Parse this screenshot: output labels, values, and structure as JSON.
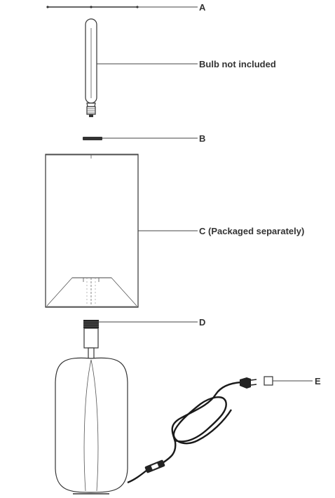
{
  "callouts": {
    "a": "A",
    "bulb": "Bulb not included",
    "b": "B",
    "c": "C (Packaged separately)",
    "d": "D",
    "e": "E"
  },
  "colors": {
    "line": "#333333",
    "cord": "#1a1a1a",
    "text": "#333333"
  }
}
